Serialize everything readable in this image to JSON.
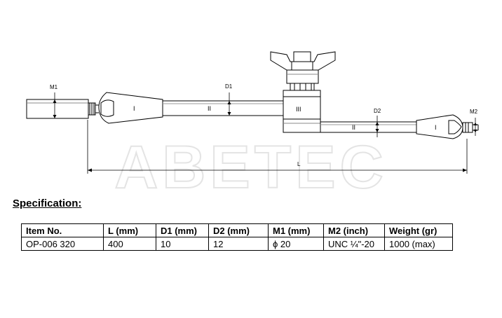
{
  "drawing": {
    "watermark": "ABETEC",
    "labels": {
      "m1": "M1",
      "m2": "M2",
      "d1": "D1",
      "d2": "D2",
      "l": "L",
      "part_i_left": "I",
      "part_ii_left": "II",
      "part_iii": "III",
      "part_ii_right": "II",
      "part_i_right": "I"
    }
  },
  "specification": {
    "title": "Specification:",
    "columns": [
      "Item No.",
      "L (mm)",
      "D1 (mm)",
      "D2 (mm)",
      "M1 (mm)",
      "M2 (inch)",
      "Weight (gr)"
    ],
    "rows": [
      [
        "OP-006 320",
        "400",
        "10",
        "12",
        "ϕ 20",
        "UNC ¼\"-20",
        "1000 (max)"
      ]
    ]
  }
}
